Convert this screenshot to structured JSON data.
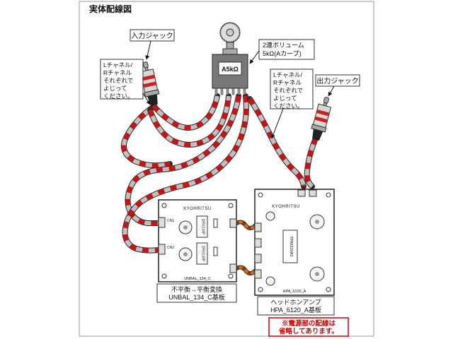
{
  "title": "実体配線図",
  "callouts": {
    "input_jack": "入力ジャック",
    "output_jack": "出力ジャック",
    "volume": {
      "line1": "2連ボリューム",
      "line2": "5kΩ(Aカーブ)"
    },
    "twist_note": {
      "line1": "Lチャネル/",
      "line2": "Rチャネル",
      "line3": "それぞれで",
      "line4": "よじって",
      "line5": "ください。"
    },
    "power_note": {
      "line1": "※電源部の配線は",
      "line2": "省略してあります。"
    }
  },
  "potentiometer": {
    "marking": "A5kΩ"
  },
  "boards": {
    "left": {
      "brand": "KYOHRITSU",
      "board_id": "UNBAL_134_C",
      "ic1": "DRV134P",
      "ic2": "DRV134P",
      "cn1": "CN1",
      "cn2": "CN2",
      "caption_line1": "不平衡→平衡変換",
      "caption_line2": "UNBAL_134_C基板"
    },
    "right": {
      "brand": "KYOHRITSU",
      "board_id": "HPA_6120_A",
      "ic": "TPA6120A2",
      "caption_line1": "ヘッドホンアンプ",
      "caption_line2": "HPA_6120_A基板"
    }
  },
  "colors": {
    "wire_red": "#cc1111",
    "wire_gray": "#c0c0c0",
    "jumper_orange": "#c87137",
    "note_red": "#cc0000"
  }
}
